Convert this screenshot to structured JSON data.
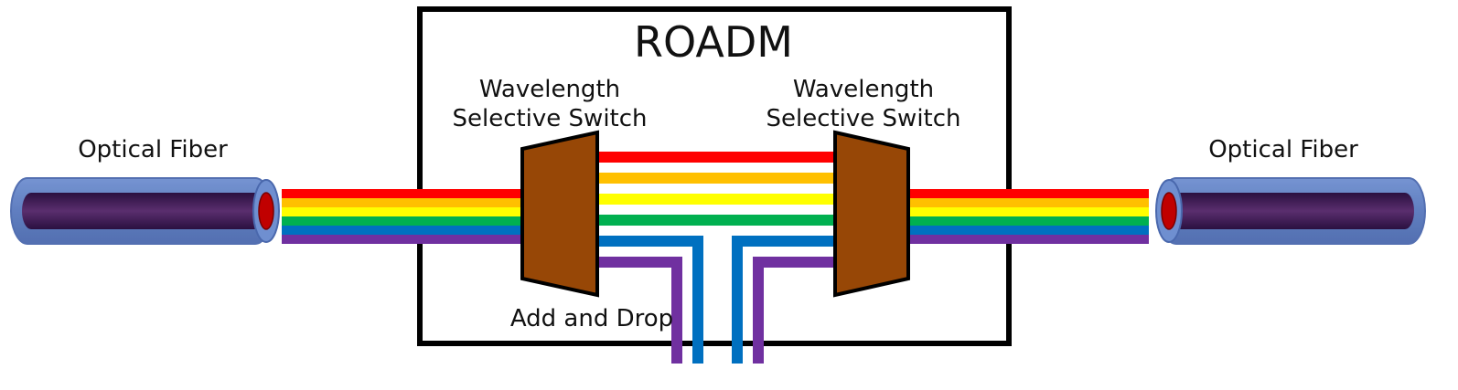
{
  "roadm": {
    "title": "ROADM"
  },
  "wss_left": {
    "line1": "Wavelength",
    "line2": "Selective Switch"
  },
  "wss_right": {
    "line1": "Wavelength",
    "line2": "Selective Switch"
  },
  "fiber_left": {
    "label": "Optical Fiber"
  },
  "fiber_right": {
    "label": "Optical Fiber"
  },
  "add_drop": {
    "label": "Add and Drop"
  },
  "colors": {
    "red": "#ff0000",
    "orange": "#ffc000",
    "yellow": "#ffff00",
    "green": "#00b050",
    "blue": "#0070c0",
    "purple": "#7030a0",
    "wss_fill": "#974706",
    "fiber_cladding": "#5b7fc4",
    "fiber_core": "#3a1a4e",
    "fiber_end": "#c00000"
  }
}
